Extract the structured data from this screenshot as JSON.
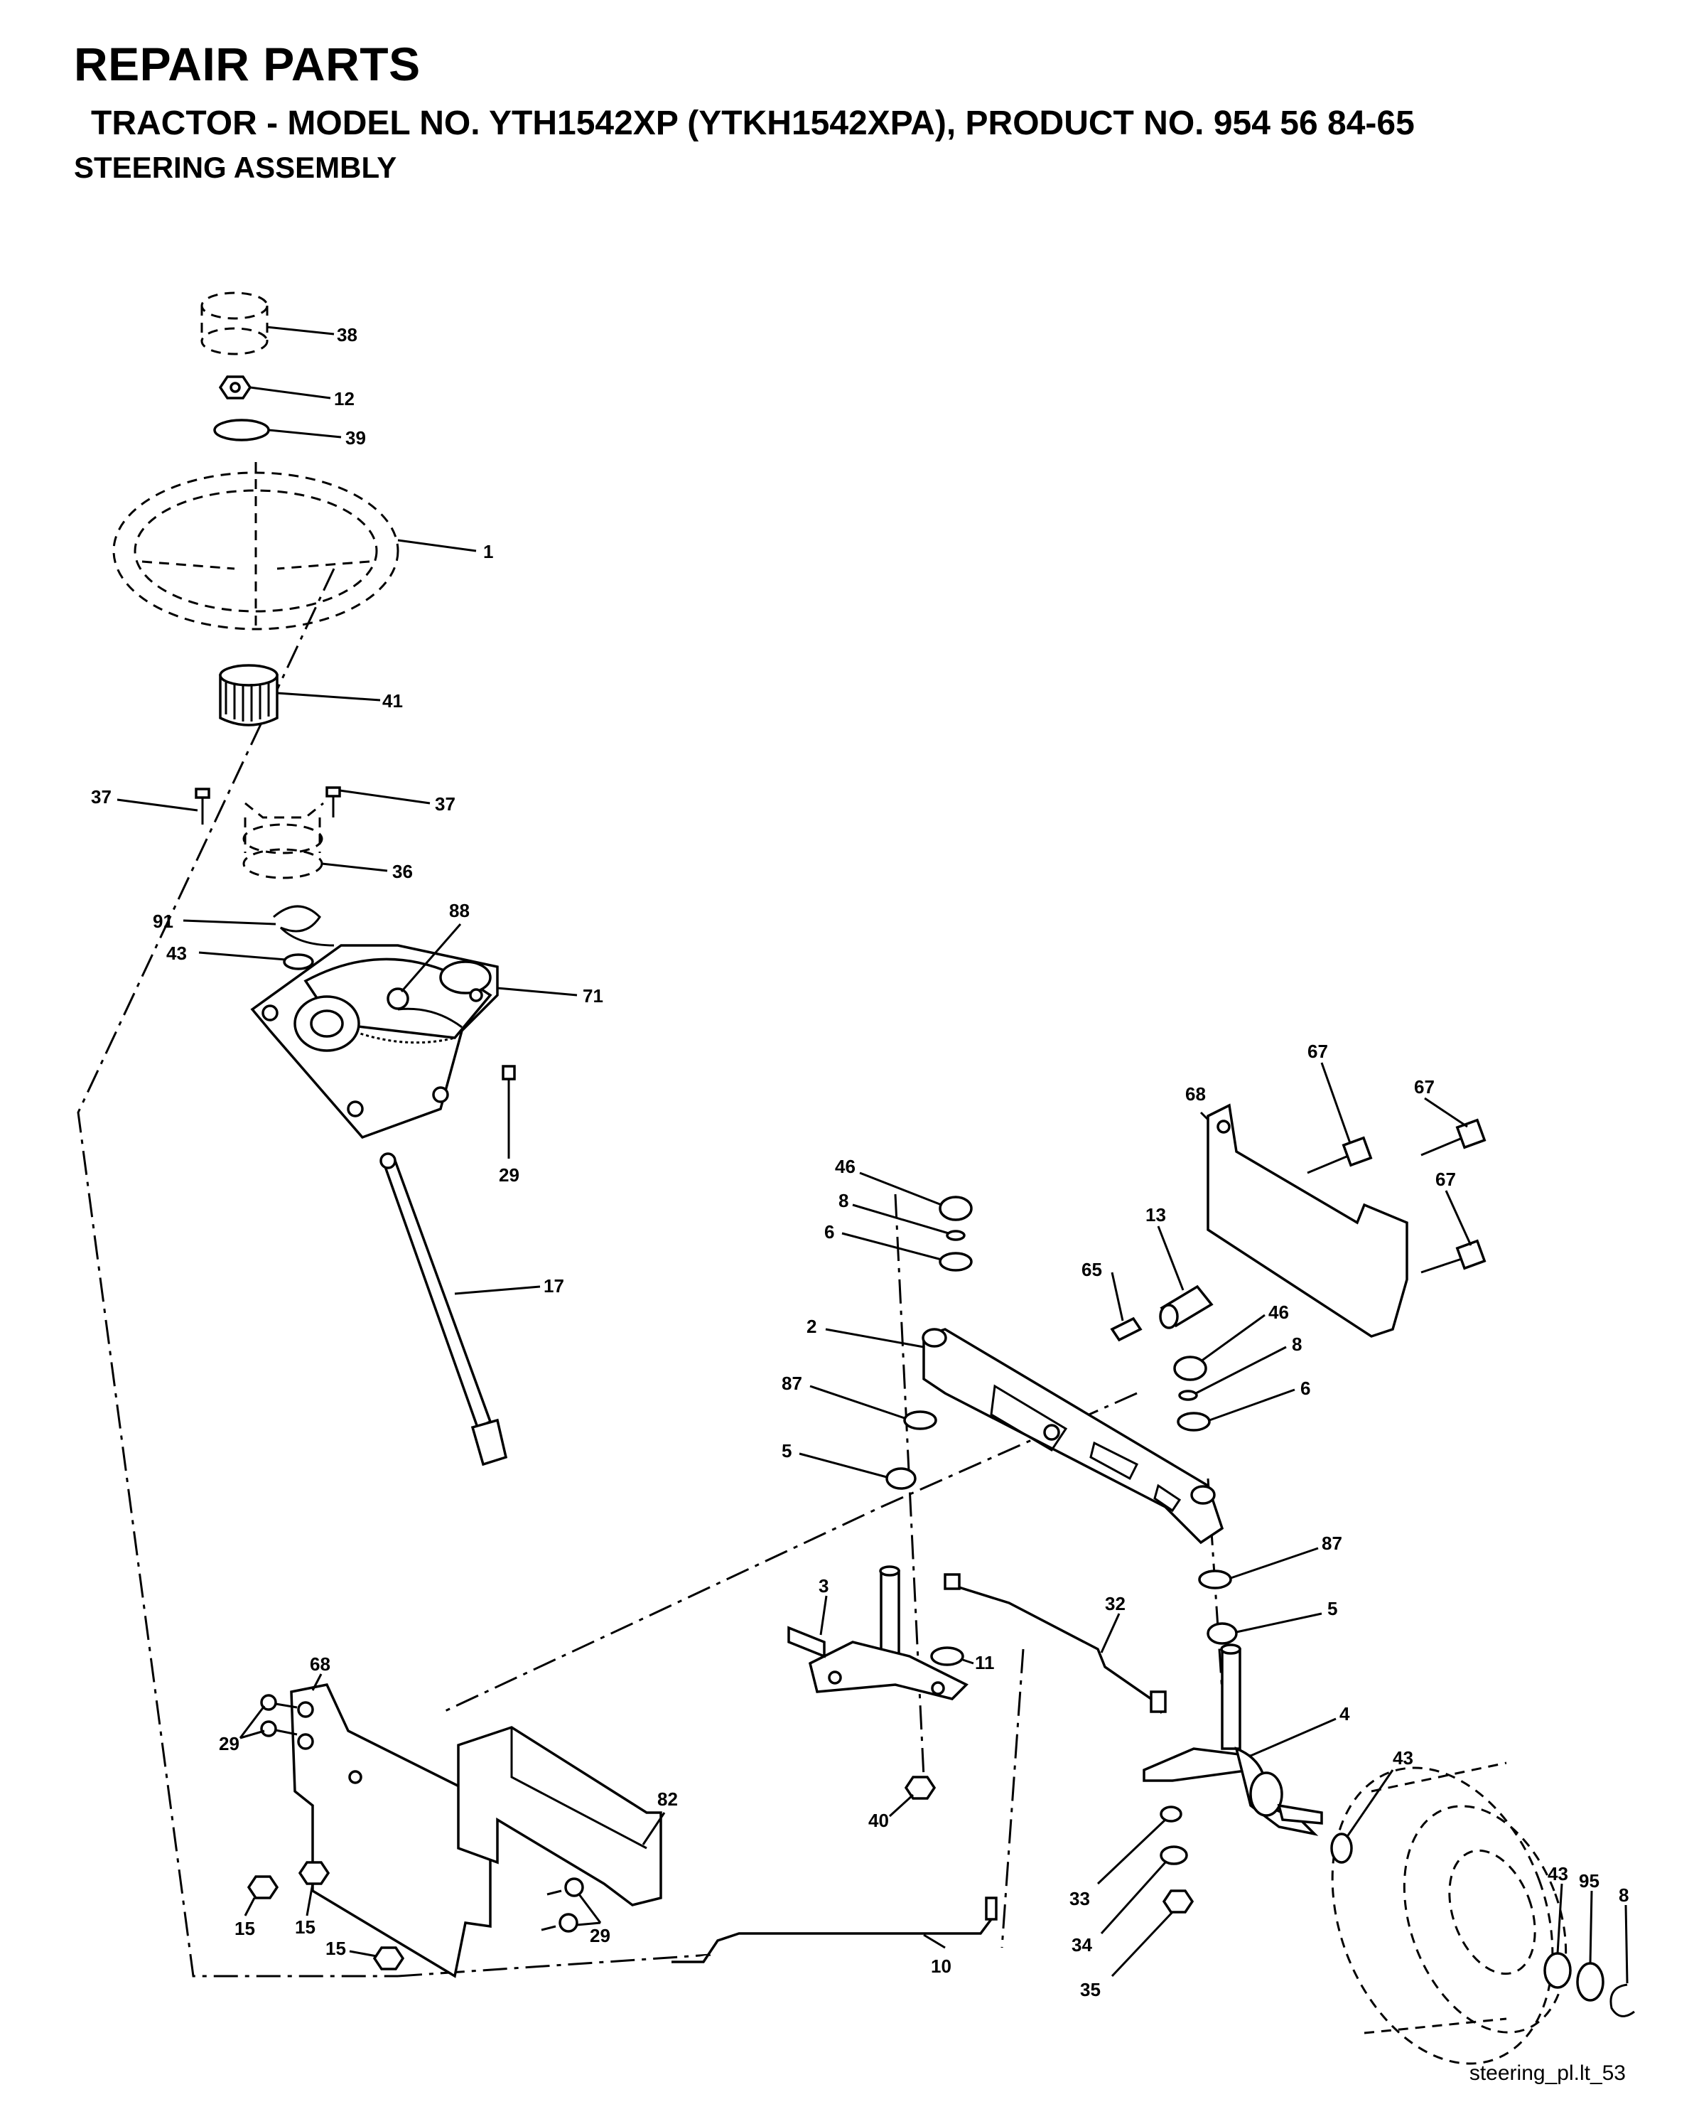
{
  "header": {
    "title": "REPAIR PARTS",
    "subtitle": "TRACTOR - MODEL NO. YTH1542XP (YTKH1542XPA), PRODUCT NO. 954 56 84-65",
    "section": "STEERING ASSEMBLY"
  },
  "footer": {
    "drawing_id": "steering_pl.lt_53"
  },
  "callouts": [
    {
      "id": "c38",
      "label": "38"
    },
    {
      "id": "c12",
      "label": "12"
    },
    {
      "id": "c39",
      "label": "39"
    },
    {
      "id": "c1",
      "label": "1"
    },
    {
      "id": "c41",
      "label": "41"
    },
    {
      "id": "c37a",
      "label": "37"
    },
    {
      "id": "c37b",
      "label": "37"
    },
    {
      "id": "c36",
      "label": "36"
    },
    {
      "id": "c91",
      "label": "91"
    },
    {
      "id": "c88",
      "label": "88"
    },
    {
      "id": "c43a",
      "label": "43"
    },
    {
      "id": "c71",
      "label": "71"
    },
    {
      "id": "c29a",
      "label": "29"
    },
    {
      "id": "c17",
      "label": "17"
    },
    {
      "id": "c68a",
      "label": "68"
    },
    {
      "id": "c67a",
      "label": "67"
    },
    {
      "id": "c67b",
      "label": "67"
    },
    {
      "id": "c67c",
      "label": "67"
    },
    {
      "id": "c46a",
      "label": "46"
    },
    {
      "id": "c8a",
      "label": "8"
    },
    {
      "id": "c6a",
      "label": "6"
    },
    {
      "id": "c13",
      "label": "13"
    },
    {
      "id": "c65",
      "label": "65"
    },
    {
      "id": "c2",
      "label": "2"
    },
    {
      "id": "c46b",
      "label": "46"
    },
    {
      "id": "c8b",
      "label": "8"
    },
    {
      "id": "c6b",
      "label": "6"
    },
    {
      "id": "c87a",
      "label": "87"
    },
    {
      "id": "c5a",
      "label": "5"
    },
    {
      "id": "c87b",
      "label": "87"
    },
    {
      "id": "c3",
      "label": "3"
    },
    {
      "id": "c32",
      "label": "32"
    },
    {
      "id": "c5b",
      "label": "5"
    },
    {
      "id": "c11",
      "label": "11"
    },
    {
      "id": "c4",
      "label": "4"
    },
    {
      "id": "c68b",
      "label": "68"
    },
    {
      "id": "c29b",
      "label": "29"
    },
    {
      "id": "c82",
      "label": "82"
    },
    {
      "id": "c40",
      "label": "40"
    },
    {
      "id": "c43b",
      "label": "43"
    },
    {
      "id": "c43c",
      "label": "43"
    },
    {
      "id": "c95",
      "label": "95"
    },
    {
      "id": "c8c",
      "label": "8"
    },
    {
      "id": "c33",
      "label": "33"
    },
    {
      "id": "c15a",
      "label": "15"
    },
    {
      "id": "c15b",
      "label": "15"
    },
    {
      "id": "c29c",
      "label": "29"
    },
    {
      "id": "c34",
      "label": "34"
    },
    {
      "id": "c15c",
      "label": "15"
    },
    {
      "id": "c10",
      "label": "10"
    },
    {
      "id": "c35",
      "label": "35"
    }
  ]
}
